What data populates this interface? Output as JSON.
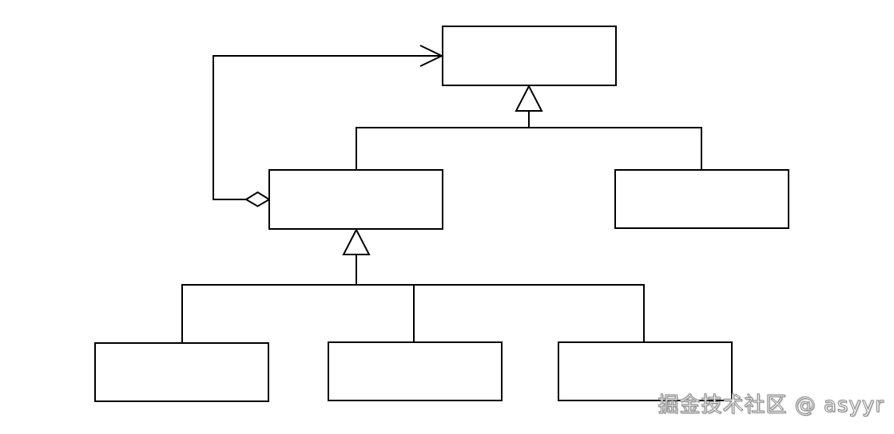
{
  "diagram": {
    "kind": "uml-class-diagram",
    "background_color": "#ffffff",
    "line_color": "#000000",
    "box_fill_color": "#ffffff",
    "nodes": [
      {
        "id": "top",
        "label": ""
      },
      {
        "id": "mid_left",
        "label": ""
      },
      {
        "id": "mid_right",
        "label": ""
      },
      {
        "id": "bottom_left",
        "label": ""
      },
      {
        "id": "bottom_middle",
        "label": ""
      },
      {
        "id": "bottom_right",
        "label": ""
      }
    ],
    "edges": [
      {
        "from": "mid_left",
        "to": "top",
        "type": "generalization",
        "marker": "hollow-triangle"
      },
      {
        "from": "mid_right",
        "to": "top",
        "type": "generalization",
        "marker": "hollow-triangle"
      },
      {
        "from": "bottom_left",
        "to": "mid_left",
        "type": "generalization",
        "marker": "hollow-triangle"
      },
      {
        "from": "bottom_middle",
        "to": "mid_left",
        "type": "generalization",
        "marker": "hollow-triangle"
      },
      {
        "from": "bottom_right",
        "to": "mid_left",
        "type": "generalization",
        "marker": "hollow-triangle"
      },
      {
        "from": "mid_left",
        "to": "top",
        "type": "aggregation",
        "source_marker": "hollow-diamond",
        "target_marker": "open-arrow"
      }
    ]
  },
  "watermark": {
    "text": "掘金技术社区 @ asyyr",
    "text_color": "#ffffff",
    "outline_color": "#8f8f8f"
  }
}
